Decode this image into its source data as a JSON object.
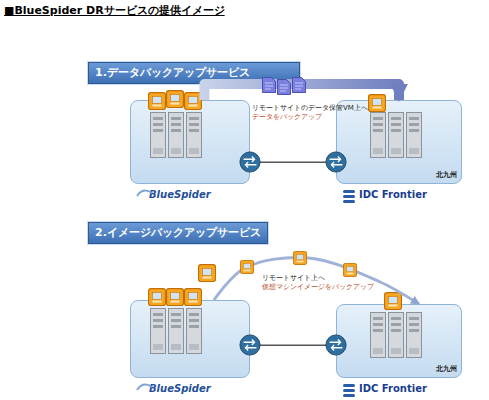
{
  "diagram": {
    "title": "■BlueSpider DRサービスの提供イメージ",
    "nodes": [
      {
        "text": [
          "1.データバックアップサービス"
        ]
      },
      {
        "text": [
          "BlueSpider"
        ]
      },
      {
        "text": [
          "北九州",
          "IDC Frontier"
        ]
      },
      {
        "text": [
          "2.イメージバックアップサービス"
        ]
      },
      {
        "text": [
          "BlueSpider"
        ]
      },
      {
        "text": [
          "北九州",
          "IDC Frontier"
        ]
      }
    ],
    "edges": [
      {
        "from": 1,
        "to": 2,
        "arrow": "to",
        "label": "リモートサイトのデータ保管VM上へ データをバックアップ"
      },
      {
        "from": 1,
        "to": 2,
        "arrow": "none"
      },
      {
        "from": 4,
        "to": 5,
        "arrow": "to",
        "label": "リモートサイト上へ 仮想マシンイメージをバックアップ"
      },
      {
        "from": 4,
        "to": 5,
        "arrow": "none"
      }
    ]
  }
}
